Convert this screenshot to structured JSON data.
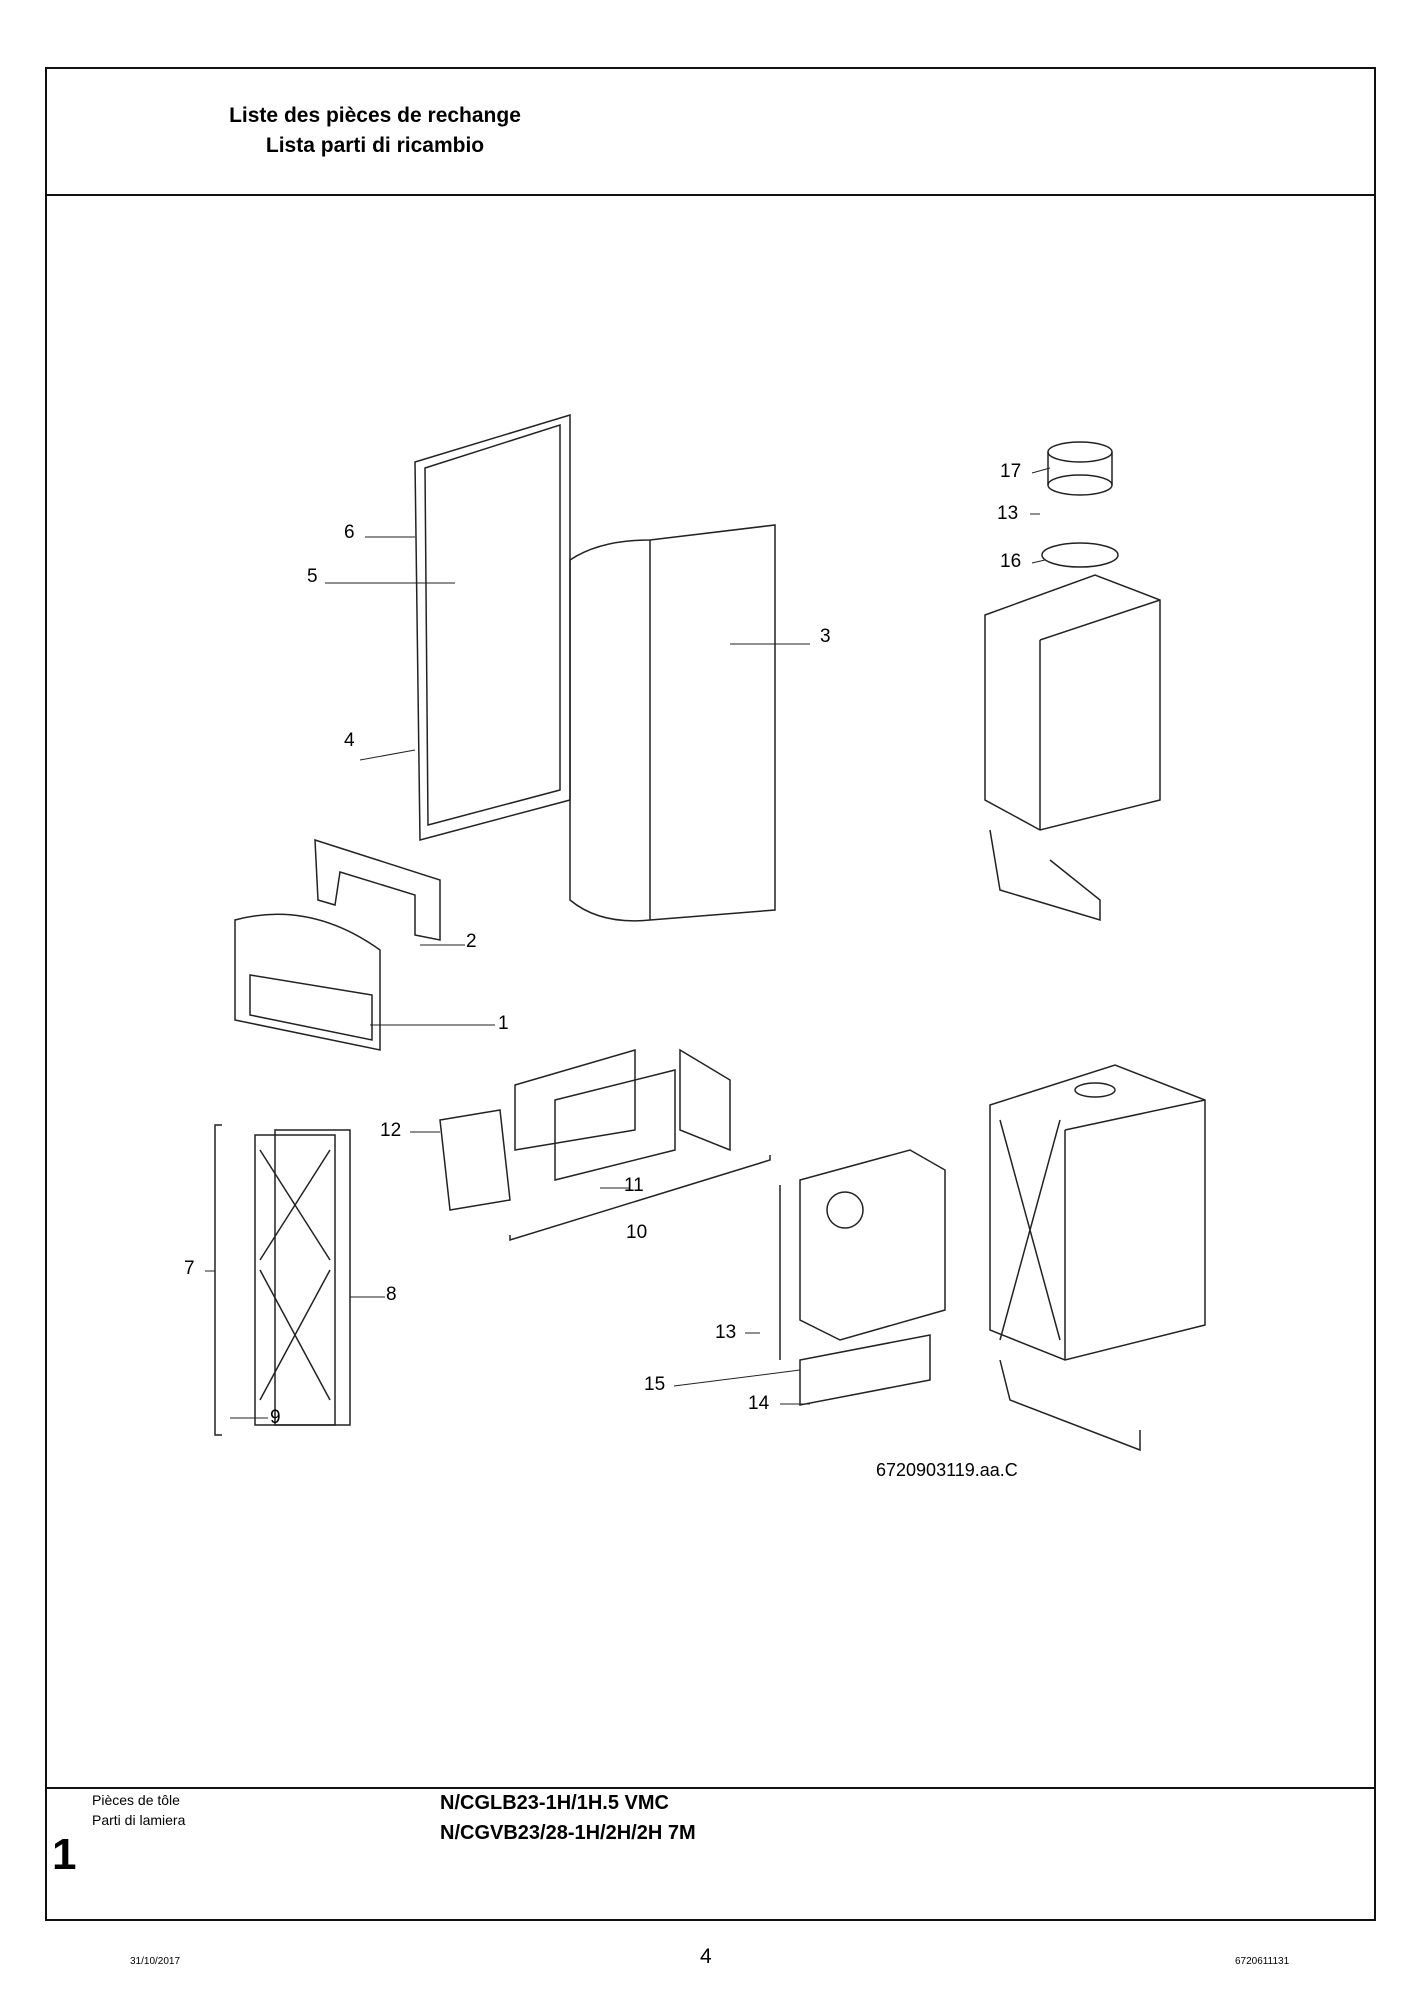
{
  "header": {
    "title_fr": "Liste des pièces de rechange",
    "title_it": "Lista parti di ricambio"
  },
  "diagram": {
    "callouts": [
      "17",
      "13",
      "16",
      "6",
      "5",
      "3",
      "4",
      "2",
      "1",
      "12",
      "11",
      "10",
      "7",
      "8",
      "9",
      "13",
      "15",
      "14"
    ],
    "reference": "6720903119.aa.C"
  },
  "footer": {
    "section_fr": "Pièces de tôle",
    "section_it": "Parti di lamiera",
    "section_number": "1",
    "model_1": "N/CGLB23-1H/1H.5 VMC",
    "model_2": "N/CGVB23/28-1H/2H/2H 7M"
  },
  "page": {
    "date": "31/10/2017",
    "number": "4",
    "doc_id": "6720611131"
  }
}
